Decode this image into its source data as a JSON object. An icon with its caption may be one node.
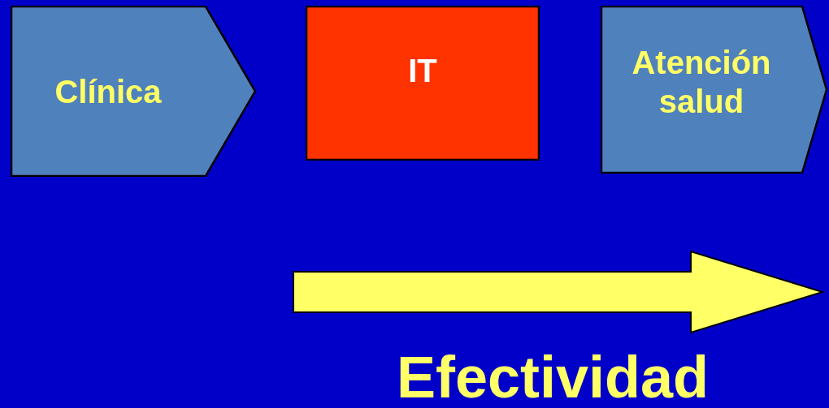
{
  "diagram": {
    "nodes": [
      {
        "text": [
          "Clínica"
        ]
      },
      {
        "text": [
          "IT"
        ]
      },
      {
        "text": [
          "Atención salud"
        ]
      }
    ],
    "labels": [
      "Efectividad"
    ]
  }
}
